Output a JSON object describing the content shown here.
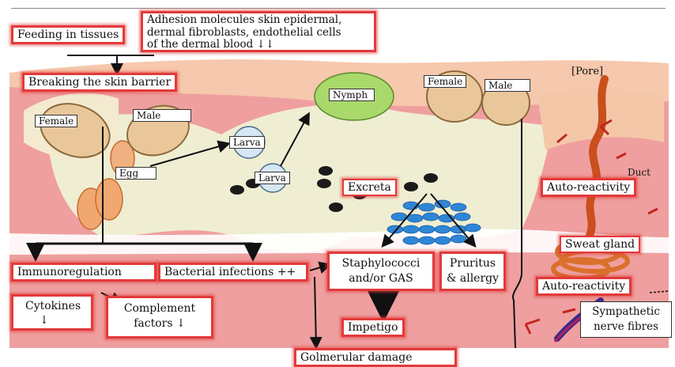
{
  "title_box": {
    "line1": "Adhesion molecules skin epidermal,",
    "line2": "dermal fibroblasts, endothelial cells",
    "line3": "of the dermal blood ↓↓"
  },
  "feeding": "Feeding in tissues",
  "breaking": "Breaking the skin barrier",
  "mite_labels": {
    "female_left": "Female",
    "male_left": "Male",
    "egg": "Egg",
    "larva_top": "Larva",
    "larva_bottom": "Larva",
    "nymph": "Nymph",
    "female_right": "Female",
    "male_right": "Male"
  },
  "pore": "Pore",
  "duct": "Duct",
  "excreta": "Excreta",
  "auto_reactivity_1": "Auto-reactivity",
  "sweat_gland": "Sweat gland",
  "auto_reactivity_2": "Auto-reactivity",
  "sympathetic": {
    "line1": "Sympathetic",
    "line2": "nerve fibres"
  },
  "immunoregulation": "Immunoregulation",
  "bacterial": "Bacterial infections ++",
  "staph": {
    "line1": "Staphylococci",
    "line2": "and/or GAS"
  },
  "pruritus": {
    "line1": "Pruritus",
    "line2": "& allergy"
  },
  "cytokines": {
    "line1": "Cytokines",
    "line2": "↓"
  },
  "complement": {
    "line1": "Complement",
    "line2": "factors ↓"
  },
  "impetigo": "Impetigo",
  "glomerular": "Golmerular damage",
  "colors": {
    "skin_peach": "#f6c8ad",
    "dermis_pink": "#ef9f9f",
    "burrow": "#eef2d6",
    "border_red": "#e23a3a",
    "duct_orange": "#c94f1c",
    "bacteria_blue": "#2f86d6"
  }
}
